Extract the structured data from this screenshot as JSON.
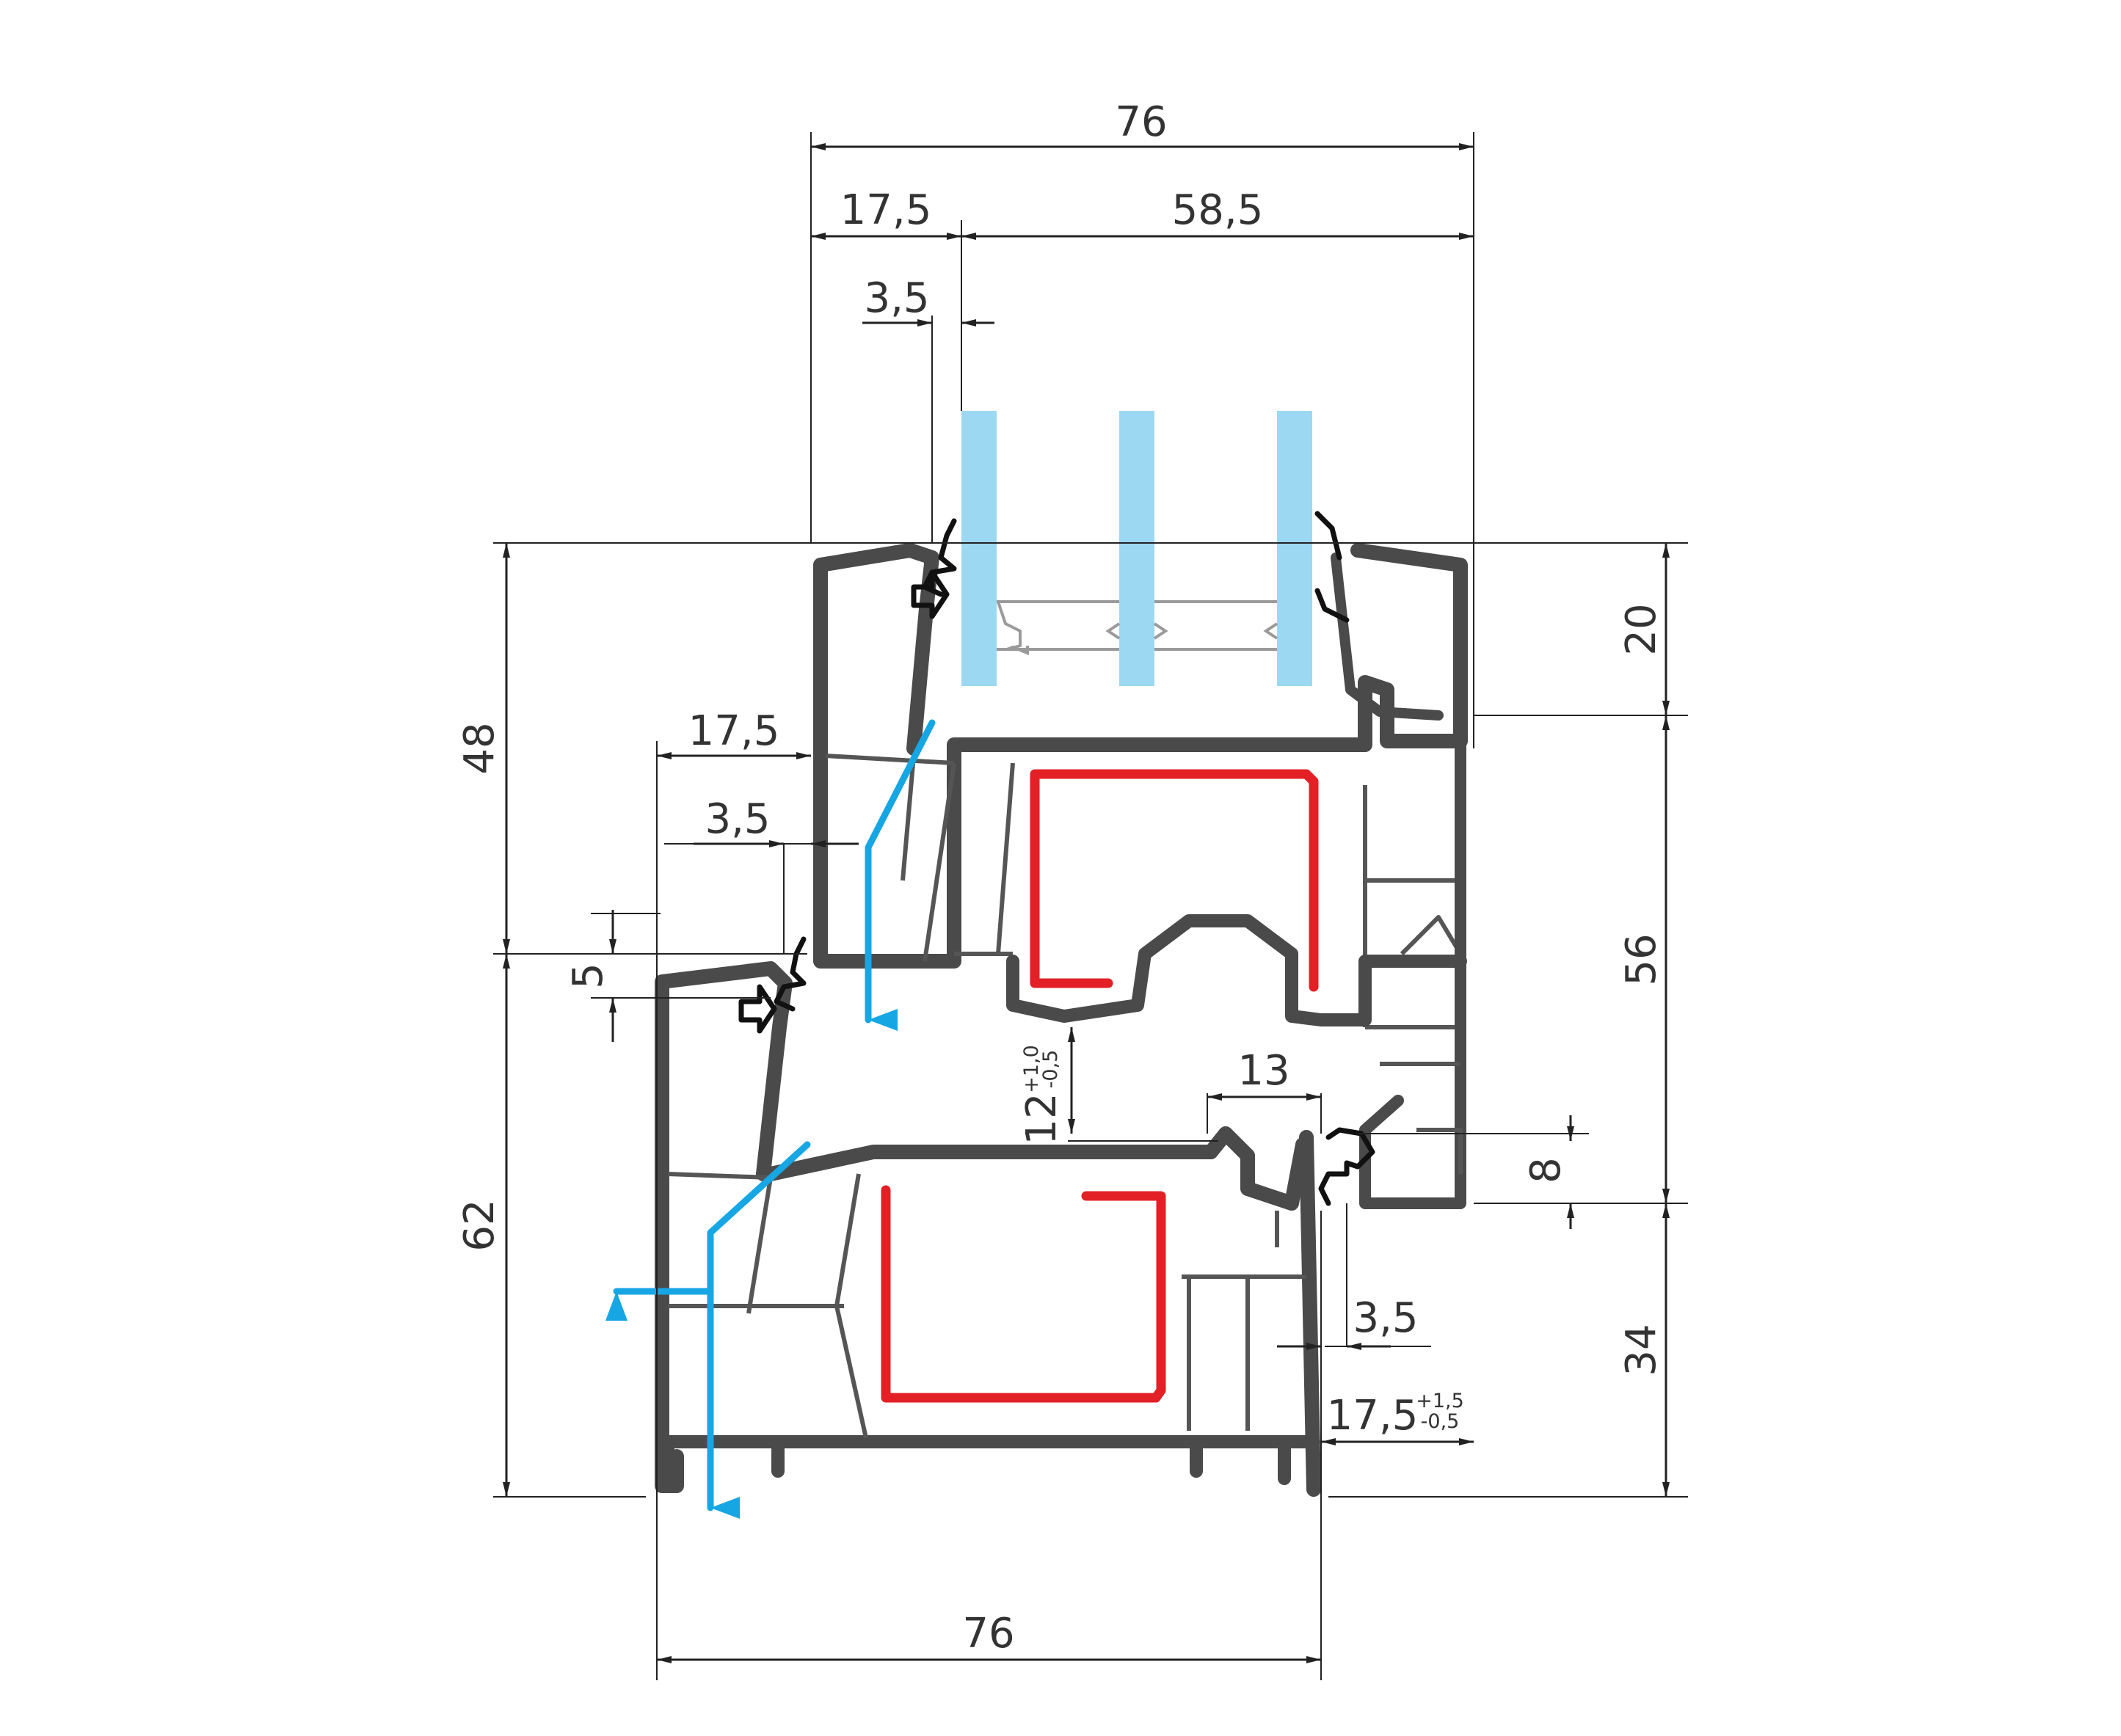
{
  "diagram": {
    "colors": {
      "profile": "#4a4a4a",
      "steel_reinforcement": "#e22025",
      "water_drainage_arrow": "#16a6e4",
      "glass_pane": "#9cd8f2",
      "gasket": "#111111",
      "dimension_line": "#222222"
    },
    "glazing": {
      "panes": 3
    },
    "dimensions": {
      "sash_total_width": "76",
      "sash_rebate_width": "17,5",
      "glazing_width": "58,5",
      "sash_gasket_offset": "3,5",
      "frame_rebate_width": "17,5",
      "frame_gasket_offset": "3,5",
      "overall_height_upper": "48",
      "overall_height_lower": "62",
      "step_height": "5",
      "glazing_bead_height": "20",
      "sash_height": "56",
      "frame_height": "34",
      "hardware_groove": "13",
      "hardware_groove_depth": {
        "value": "12",
        "tol_plus": "+1,0",
        "tol_minus": "-0,5"
      },
      "seal_height": "8",
      "frame_gap": "3,5",
      "frame_overlap": {
        "value": "17,5",
        "tol_plus": "+1,5",
        "tol_minus": "-0,5"
      },
      "frame_total_width": "76"
    }
  }
}
